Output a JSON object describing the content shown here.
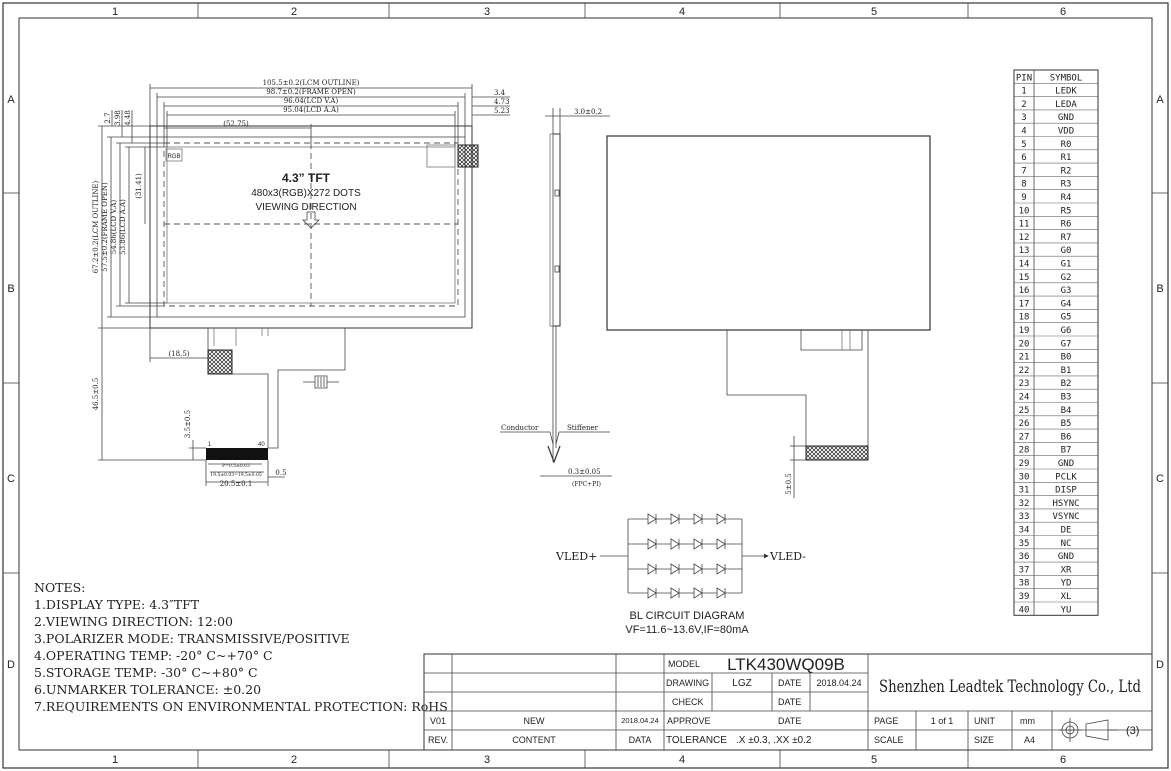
{
  "frame": {
    "col_labels": [
      "1",
      "2",
      "3",
      "4",
      "5",
      "6"
    ],
    "row_labels": [
      "A",
      "B",
      "C",
      "D"
    ]
  },
  "front_view": {
    "dim_labels": {
      "lcm_outline_w": "105.5±0.2(LCM OUTLINE)",
      "frame_open_w": "98.7±0.2(FRAME OPEN)",
      "lcd_va_w": "96.04(LCD V.A)",
      "lcd_aa_w": "95.04(LCD A.A)",
      "right_3_4": "3.4",
      "right_4_73": "4.73",
      "right_5_23": "5.23",
      "center_52_75": "(52.75)",
      "top_2_7": "2.7",
      "top_3_98": "3.98",
      "top_4_48": "4.48",
      "lcm_outline_h": "67.2±0.2(LCM OUTLINE)",
      "frame_open_h": "57.5±0.2(FRAME OPEN)",
      "lcd_va_h": "54.86(LCD V.A)",
      "lcd_aa_h": "53.86(LCD A.A)",
      "center_31_41": "(31.41)",
      "fpc_offset": "(18.5)",
      "fpc_length": "46.5±0.5",
      "fpc_tab": "3.5±0.5",
      "pitch": "P=0.5±0.03",
      "pitch_total": "19.5±0.03=19.5±0.05",
      "fpc_width": "20.5±0.1",
      "fpc_end": "0.5",
      "pin_first": "1",
      "pin_last": "40"
    },
    "rgb_label": "RGB",
    "title_size": "4.3” TFT",
    "title_dots": "480x3(RGB)X272 DOTS",
    "title_view": "VIEWING DIRECTION"
  },
  "side_view": {
    "thickness": "3.0±0.2",
    "conductor": "Conductor",
    "stiffener": "Stiffener",
    "fpc_thickness": "0.3±0.05",
    "fpc_material": "(FPC+PI)"
  },
  "back_view": {
    "dim_tail": "5±0.5"
  },
  "circuit": {
    "vled_plus": "VLED+",
    "vled_minus": "VLED-",
    "title": "BL CIRCUIT DIAGRAM",
    "spec": "VF=11.6~13.6V,IF=80mA"
  },
  "pin_table": {
    "headers": [
      "PIN",
      "SYMBOL"
    ],
    "rows": [
      [
        "1",
        "LEDK"
      ],
      [
        "2",
        "LEDA"
      ],
      [
        "3",
        "GND"
      ],
      [
        "4",
        "VDD"
      ],
      [
        "5",
        "R0"
      ],
      [
        "6",
        "R1"
      ],
      [
        "7",
        "R2"
      ],
      [
        "8",
        "R3"
      ],
      [
        "9",
        "R4"
      ],
      [
        "10",
        "R5"
      ],
      [
        "11",
        "R6"
      ],
      [
        "12",
        "R7"
      ],
      [
        "13",
        "G0"
      ],
      [
        "14",
        "G1"
      ],
      [
        "15",
        "G2"
      ],
      [
        "16",
        "G3"
      ],
      [
        "17",
        "G4"
      ],
      [
        "18",
        "G5"
      ],
      [
        "19",
        "G6"
      ],
      [
        "20",
        "G7"
      ],
      [
        "21",
        "B0"
      ],
      [
        "22",
        "B1"
      ],
      [
        "23",
        "B2"
      ],
      [
        "24",
        "B3"
      ],
      [
        "25",
        "B4"
      ],
      [
        "26",
        "B5"
      ],
      [
        "27",
        "B6"
      ],
      [
        "28",
        "B7"
      ],
      [
        "29",
        "GND"
      ],
      [
        "30",
        "PCLK"
      ],
      [
        "31",
        "DISP"
      ],
      [
        "32",
        "HSYNC"
      ],
      [
        "33",
        "VSYNC"
      ],
      [
        "34",
        "DE"
      ],
      [
        "35",
        "NC"
      ],
      [
        "36",
        "GND"
      ],
      [
        "37",
        "XR"
      ],
      [
        "38",
        "YD"
      ],
      [
        "39",
        "XL"
      ],
      [
        "40",
        "YU"
      ]
    ]
  },
  "notes": {
    "heading": "NOTES:",
    "items": [
      "1.DISPLAY TYPE:  4.3″TFT",
      "2.VIEWING DIRECTION: 12:00",
      "3.POLARIZER MODE: TRANSMISSIVE/POSITIVE",
      "4.OPERATING TEMP: -20° C~+70° C",
      "5.STORAGE TEMP: -30° C~+80° C",
      "6.UNMARKER TOLERANCE: ±0.20",
      "7.REQUIREMENTS ON ENVIRONMENTAL PROTECTION: RoHS"
    ]
  },
  "title_block": {
    "model_label": "MODEL",
    "model_value": "LTK430WQ09B",
    "drawing_label": "DRAWING",
    "drawing_value": "LGZ",
    "date_label": "DATE",
    "date_value": "2018.04.24",
    "check_label": "CHECK",
    "approve_label": "APPROVE",
    "rev_value": "V01",
    "content_value": "NEW",
    "rev_date": "2018.04.24",
    "rev_label": "REV.",
    "content_label": "CONTENT",
    "data_label": "DATA",
    "tolerance_label": "TOLERANCE",
    "tolerance_value": ".X ±0.3,  .XX ±0.2",
    "company": "Shenzhen Leadtek Technology Co., Ltd",
    "page_label": "PAGE",
    "page_value": "1  of  1",
    "unit_label": "UNIT",
    "unit_value": "mm",
    "scale_label": "SCALE",
    "size_label": "SIZE",
    "size_value": "A4",
    "projection_num": "(3)"
  }
}
